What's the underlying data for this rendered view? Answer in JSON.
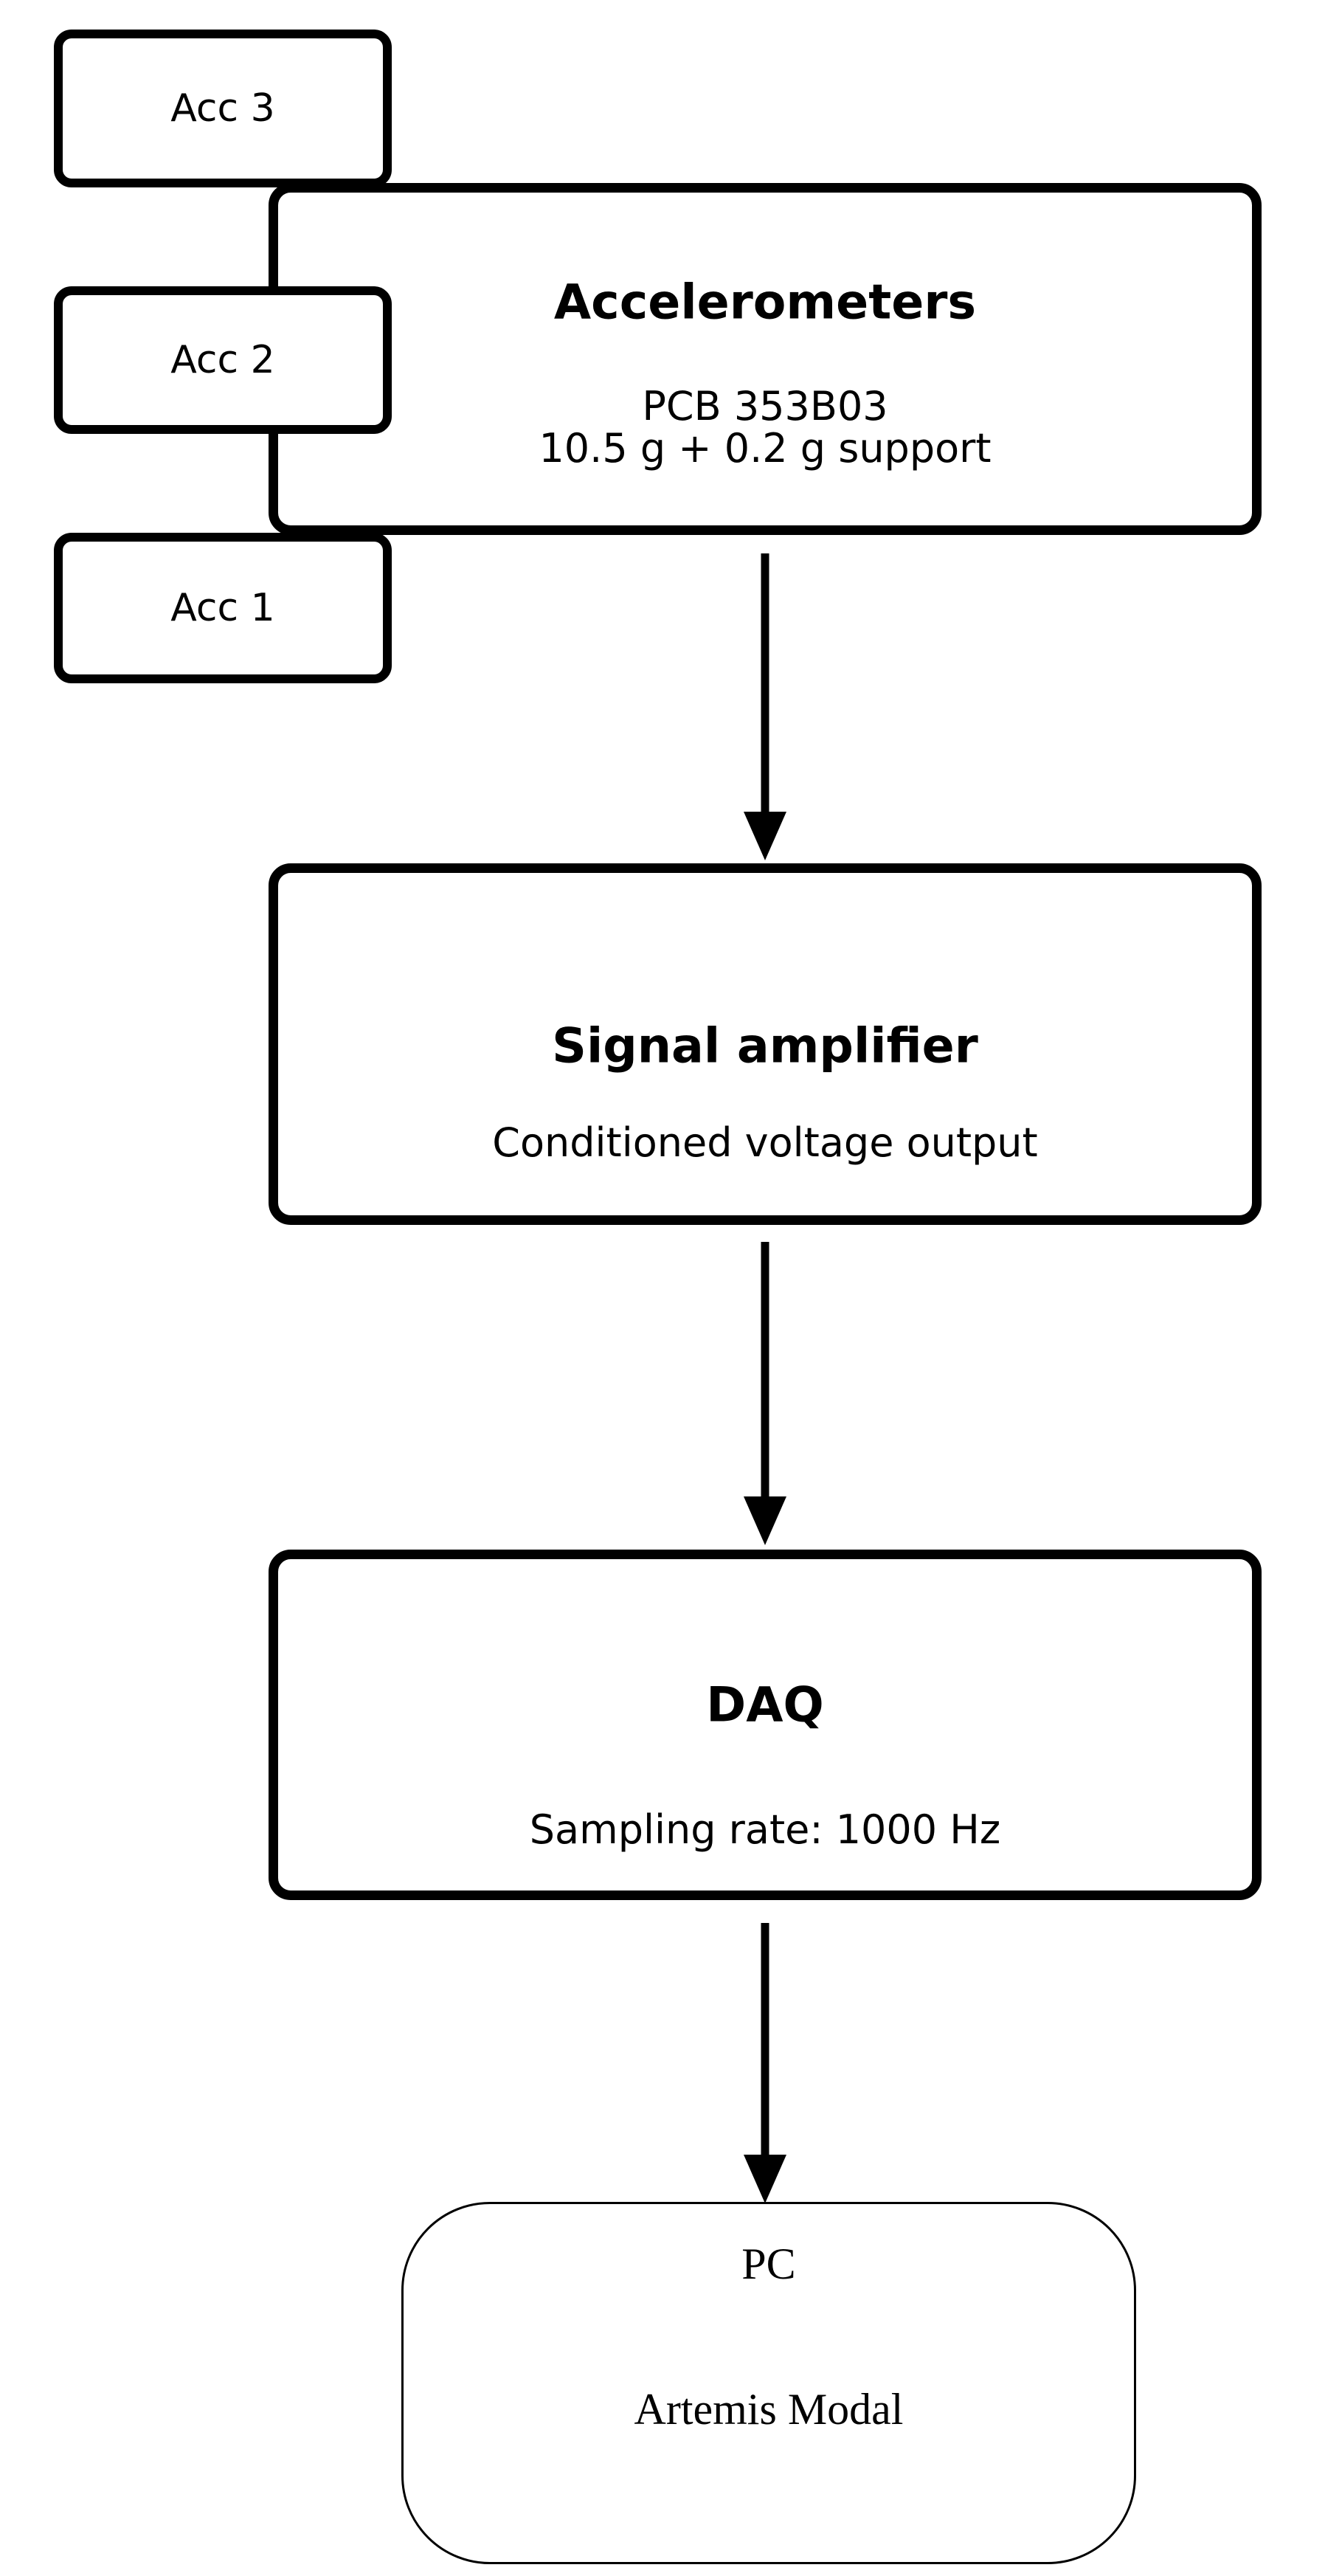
{
  "diagram": {
    "sensors": [
      {
        "label": "Acc 3"
      },
      {
        "label": "Acc 2"
      },
      {
        "label": "Acc 1"
      }
    ],
    "nodes": {
      "accelerometers": {
        "title": "Accelerometers",
        "lines": [
          "PCB 353B03",
          "10.5 g + 0.2 g support"
        ]
      },
      "signal_amplifier": {
        "title": "Signal amplifier",
        "lines": [
          "Conditioned voltage output"
        ]
      },
      "daq": {
        "title": "DAQ",
        "lines": [
          "Sampling rate: 1000 Hz"
        ]
      },
      "pc": {
        "title": "PC",
        "lines": [
          "Artemis Modal"
        ]
      }
    },
    "connectors": [
      {
        "name": "accelerometers-to-signal-amplifier",
        "type": "down-arrow"
      },
      {
        "name": "signal-amplifier-to-daq",
        "type": "down-arrow"
      },
      {
        "name": "daq-to-pc",
        "type": "down-arrow"
      }
    ],
    "colors": {
      "stroke": "#000000",
      "fill": "#ffffff",
      "background": "#ffffff"
    }
  }
}
